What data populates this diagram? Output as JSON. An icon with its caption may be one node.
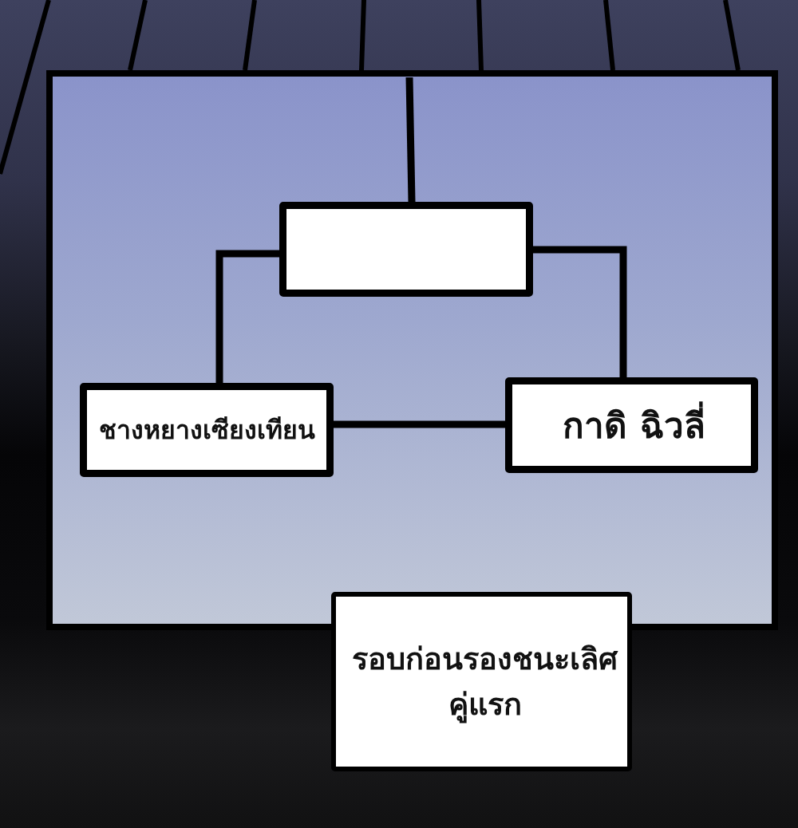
{
  "diagram": {
    "nodes": [
      {
        "text": [],
        "shape": "box"
      },
      {
        "text": [
          "ชางหยางเซียงเทียน"
        ]
      },
      {
        "text": [
          "กาดิ ฉิวลี่"
        ]
      },
      {
        "text": [
          "รอบก่อนรองชนะเลิศคู่แรก"
        ]
      }
    ],
    "edges": [
      {
        "from": null,
        "to": 0,
        "arrow": "none"
      },
      {
        "from": 0,
        "to": 1,
        "arrow": "none"
      },
      {
        "from": 0,
        "to": 2,
        "arrow": "none"
      },
      {
        "from": 1,
        "to": 2,
        "arrow": "none"
      }
    ]
  }
}
